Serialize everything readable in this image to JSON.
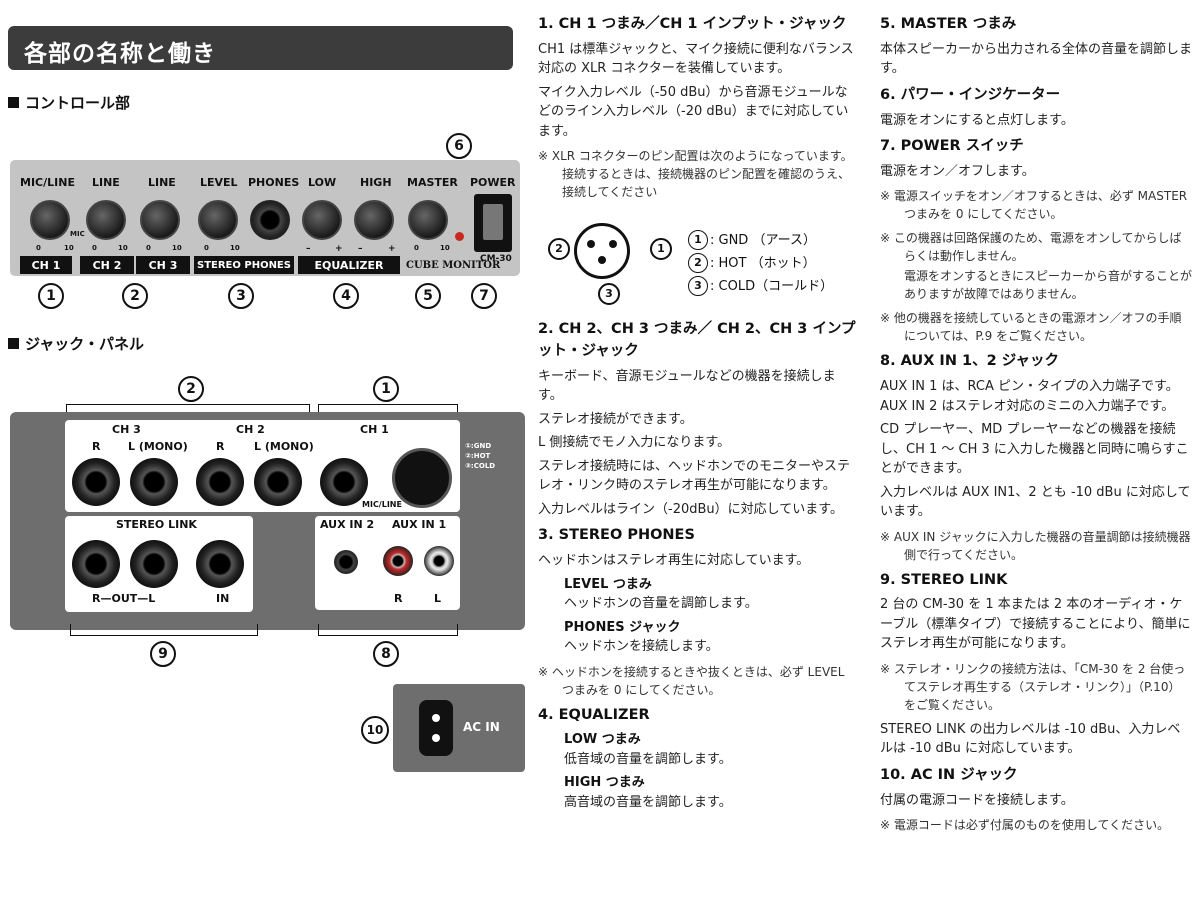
{
  "page": {
    "title": "各部の名称と働き"
  },
  "sections": {
    "control": "コントロール部",
    "jack": "ジャック・パネル"
  },
  "control_panel": {
    "labels": [
      "MIC/LINE",
      "LINE",
      "LINE",
      "LEVEL",
      "PHONES",
      "LOW",
      "HIGH",
      "MASTER",
      "POWER"
    ],
    "bars": [
      "CH 1",
      "CH 2",
      "CH 3",
      "STEREO PHONES",
      "EQUALIZER"
    ],
    "brand": "CUBE MONITOR",
    "model": "CM-30",
    "mic_tag": "MIC",
    "scale_min": "0",
    "scale_max": "10",
    "eq_minus": "–",
    "eq_plus": "+",
    "callouts": [
      "1",
      "2",
      "3",
      "4",
      "5",
      "6",
      "7"
    ]
  },
  "jack_panel": {
    "ch3": "CH 3",
    "ch2": "CH 2",
    "ch1": "CH 1",
    "r": "R",
    "l_mono": "L (MONO)",
    "mic_line": "MIC/LINE",
    "pins": [
      "①:GND",
      "②:HOT",
      "③:COLD"
    ],
    "stereo_link": "STEREO LINK",
    "r_out_l": "R—OUT—L",
    "in": "IN",
    "aux2": "AUX IN 2",
    "aux1": "AUX IN 1",
    "l": "L",
    "callouts": [
      "2",
      "1",
      "9",
      "8"
    ]
  },
  "ac": {
    "label": "AC IN",
    "callout": "10"
  },
  "content": {
    "s1_head": "1.  CH 1 つまみ／CH 1 インプット・ジャック",
    "s1_p1": "CH1 は標準ジャックと、マイク接続に便利なバランス対応の XLR コネクターを装備しています。",
    "s1_p2": "マイク入力レベル（-50 dBu）から音源モジュールなどのライン入力レベル（-20 dBu）までに対応しています。",
    "s1_note": "※  XLR コネクターのピン配置は次のようになっています。接続するときは、接続機器のピン配置を確認のうえ、接続してください",
    "xlr_pins": [
      "1",
      "2",
      "3"
    ],
    "xlr_legend": [
      {
        "n": "1",
        "t": ": GND （アース）"
      },
      {
        "n": "2",
        "t": ": HOT （ホット）"
      },
      {
        "n": "3",
        "t": ": COLD（コールド）"
      }
    ],
    "s2_head": "2.  CH 2、CH 3 つまみ／ CH 2、CH 3 インプット・ジャック",
    "s2_p1": "キーボード、音源モジュールなどの機器を接続します。",
    "s2_p2": "ステレオ接続ができます。",
    "s2_p3": "L 側接続でモノ入力になります。",
    "s2_p4": "ステレオ接続時には、ヘッドホンでのモニターやステレオ・リンク時のステレオ再生が可能になります。",
    "s2_p5": "入力レベルはライン（-20dBu）に対応しています。",
    "s3_head": "3.  STEREO PHONES",
    "s3_p1": "ヘッドホンはステレオ再生に対応しています。",
    "s3_sub1_h": "LEVEL つまみ",
    "s3_sub1_p": "ヘッドホンの音量を調節します。",
    "s3_sub2_h": "PHONES ジャック",
    "s3_sub2_p": "ヘッドホンを接続します。",
    "s3_note": "※  ヘッドホンを接続するときや抜くときは、必ず LEVEL つまみを 0 にしてください。",
    "s4_head": "4.  EQUALIZER",
    "s4_sub1_h": "LOW つまみ",
    "s4_sub1_p": "低音域の音量を調節します。",
    "s4_sub2_h": "HIGH つまみ",
    "s4_sub2_p": "高音域の音量を調節します。",
    "s5_head": "5.  MASTER つまみ",
    "s5_p1": "本体スピーカーから出力される全体の音量を調節します。",
    "s6_head": "6.  パワー・インジケーター",
    "s6_p1": "電源をオンにすると点灯します。",
    "s7_head": "7.  POWER スイッチ",
    "s7_p1": "電源をオン／オフします。",
    "s7_note1": "※  電源スイッチをオン／オフするときは、必ず MASTER つまみを 0 にしてください。",
    "s7_note2": "※  この機器は回路保護のため、電源をオンしてからしばらくは動作しません。",
    "s7_note2b": "電源をオンするときにスピーカーから音がすることがありますが故障ではありません。",
    "s7_note3": "※  他の機器を接続しているときの電源オン／オフの手順については、P.9 をご覧ください。",
    "s8_head": "8.  AUX IN 1、2 ジャック",
    "s8_p1": "AUX IN 1 は、RCA ピン・タイプの入力端子です。AUX IN 2 はステレオ対応のミニの入力端子です。",
    "s8_p2": "CD プレーヤー、MD プレーヤーなどの機器を接続し、CH 1 ～ CH 3 に入力した機器と同時に鳴らすことができます。",
    "s8_p3": "入力レベルは AUX IN1、2 とも -10 dBu に対応しています。",
    "s8_note": "※  AUX IN ジャックに入力した機器の音量調節は接続機器側で行ってください。",
    "s9_head": "9.  STEREO LINK",
    "s9_p1": "2 台の CM-30 を 1 本または 2 本のオーディオ・ケーブル（標準タイプ）で接続することにより、簡単にステレオ再生が可能になります。",
    "s9_note": "※  ステレオ・リンクの接続方法は、「CM-30 を 2 台使ってステレオ再生する（ステレオ・リンク）」（P.10）をご覧ください。",
    "s9_p2": "STEREO LINK の出力レベルは -10 dBu、入力レベルは -10 dBu に対応しています。",
    "s10_head": "10. AC IN ジャック",
    "s10_p1": "付属の電源コードを接続します。",
    "s10_note": "※  電源コードは必ず付属のものを使用してください。"
  }
}
